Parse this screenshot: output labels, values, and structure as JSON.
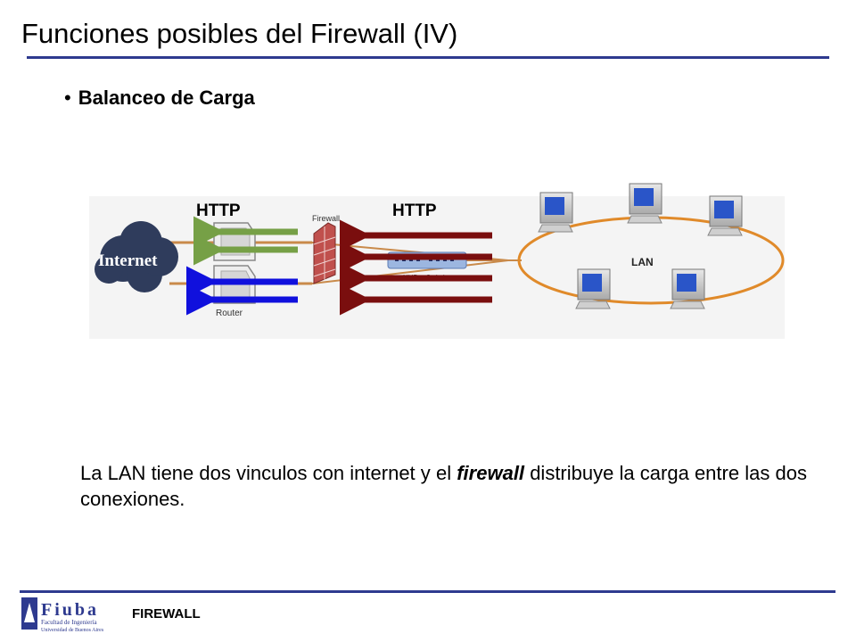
{
  "slide": {
    "title": "Funciones posibles del Firewall (IV)",
    "bullet": "Balanceo de Carga",
    "caption_part1": "La LAN tiene dos vinculos con internet y el ",
    "caption_emphasis": "firewall",
    "caption_part2": " distribuye la carga entre las dos conexiones."
  },
  "diagram": {
    "internet_label": "Internet",
    "http_left": "HTTP",
    "http_right": "HTTP",
    "firewall_label": "Firewall",
    "switch_label": "HUB o Switch",
    "router_label": "Router",
    "lan_label": "LAN",
    "colors": {
      "green_arrow": "#76a046",
      "blue_arrow": "#1010dd",
      "red_arrow": "#7a0e0e",
      "lan_ring": "#e08a2a",
      "cloud": "#2f3c5c"
    }
  },
  "footer": {
    "logo_text": "Fiuba",
    "logo_sub1": "Facultad de Ingeniería",
    "logo_sub2": "Universidad de Buenos Aires",
    "label": "FIREWALL"
  }
}
